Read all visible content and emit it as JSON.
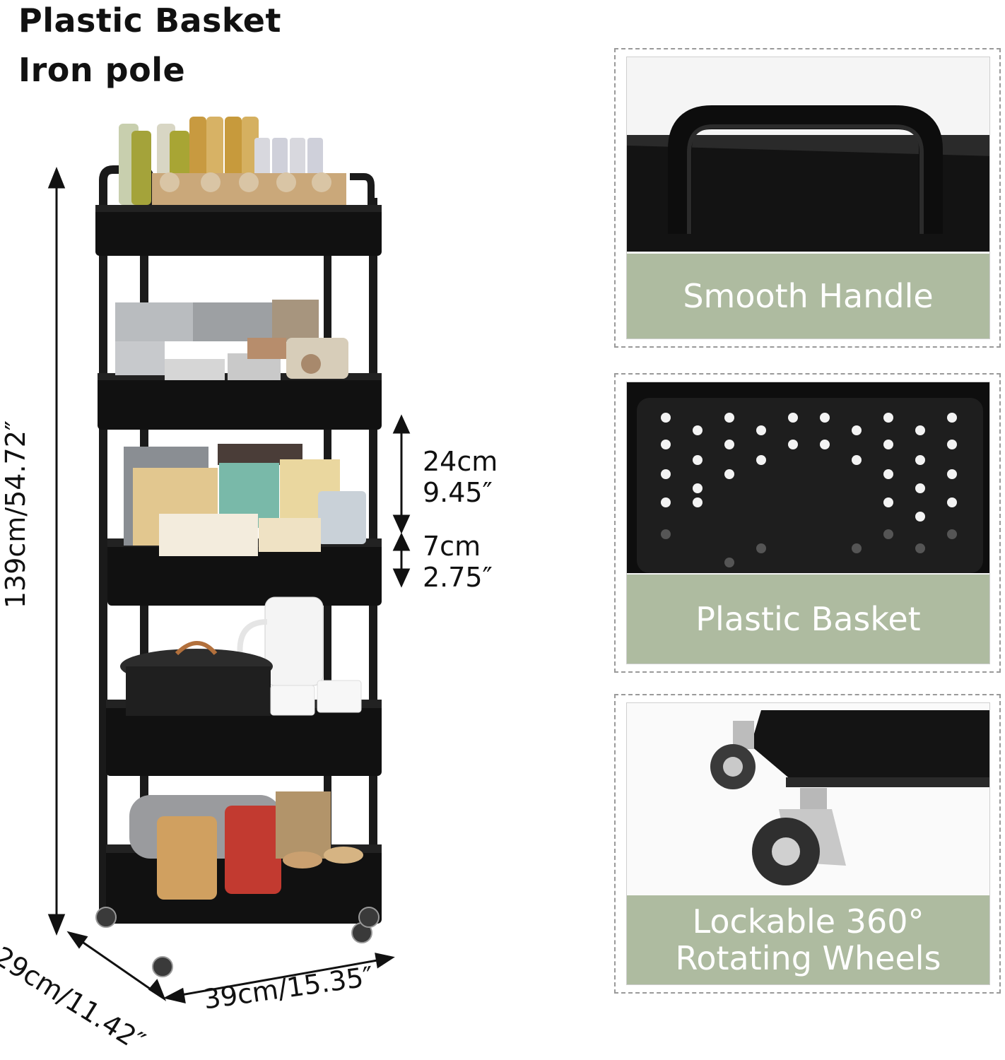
{
  "header": {
    "line1": "Plastic Basket",
    "line2": "Iron pole"
  },
  "dimensions": {
    "height": "139cm/54.72″",
    "tier_gap_cm": "24cm",
    "tier_gap_in": "9.45″",
    "basket_depth_cm": "7cm",
    "basket_depth_in": "2.75″",
    "width": "39cm/15.35″",
    "depth": "29cm/11.42″"
  },
  "features": [
    {
      "label": "Smooth Handle"
    },
    {
      "label": "Plastic Basket"
    },
    {
      "label_line1": "Lockable 360°",
      "label_line2": "Rotating Wheels"
    }
  ],
  "colors": {
    "product": "#111111",
    "label_bar": "#aebba0",
    "panel_border": "#9a9a9a"
  }
}
